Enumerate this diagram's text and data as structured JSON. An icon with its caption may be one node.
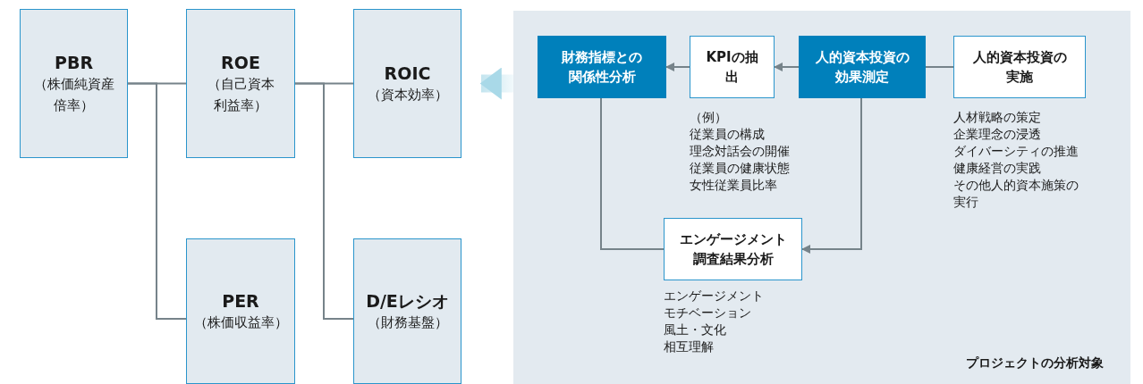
{
  "diagram": {
    "nodes": [
      {
        "text": [
          "PBR",
          "（株価純資産倍率）"
        ]
      },
      {
        "text": [
          "ROE",
          "（自己資本利益率）"
        ]
      },
      {
        "text": [
          "ROIC",
          "（資本効率）"
        ]
      },
      {
        "text": [
          "PER",
          "（株価収益率）"
        ]
      },
      {
        "text": [
          "D/Eレシオ",
          "（財務基盤）"
        ]
      },
      {
        "text": [
          "プロジェクトの分析対象"
        ]
      },
      {
        "text": [
          "財務指標との関係性分析"
        ],
        "in": 5
      },
      {
        "text": [
          "KPIの抽出"
        ],
        "in": 5,
        "beside": [
          "（例）",
          "従業員の構成",
          "理念対話会の開催",
          "従業員の健康状態",
          "女性従業員比率"
        ]
      },
      {
        "text": [
          "人的資本投資の効果測定"
        ],
        "in": 5
      },
      {
        "text": [
          "人的資本投資の実施"
        ],
        "in": 5,
        "beside": [
          "人材戦略の策定",
          "企業理念の浸透",
          "ダイバーシティの推進",
          "健康経営の実践",
          "その他人的資本施策の実行"
        ]
      },
      {
        "text": [
          "エンゲージメント調査結果分析"
        ],
        "in": 5,
        "beside": [
          "エンゲージメント",
          "モチベーション",
          "風土・文化",
          "相互理解"
        ]
      }
    ],
    "edges": [
      {
        "from": 0,
        "to": 1,
        "arrow": "none"
      },
      {
        "from": 0,
        "to": 3,
        "arrow": "none"
      },
      {
        "from": 1,
        "to": 2,
        "arrow": "none"
      },
      {
        "from": 1,
        "to": 4,
        "arrow": "none"
      },
      {
        "from": 5,
        "to": 2,
        "arrow": "to",
        "style": "thick",
        "color": "#a9d9e8"
      },
      {
        "from": 9,
        "to": 8,
        "arrow": "none"
      },
      {
        "from": 8,
        "to": 7,
        "arrow": "to"
      },
      {
        "from": 7,
        "to": 6,
        "arrow": "to"
      },
      {
        "from": 8,
        "to": 10,
        "arrow": "to"
      },
      {
        "from": 6,
        "to": 10,
        "arrow": "none"
      }
    ]
  }
}
